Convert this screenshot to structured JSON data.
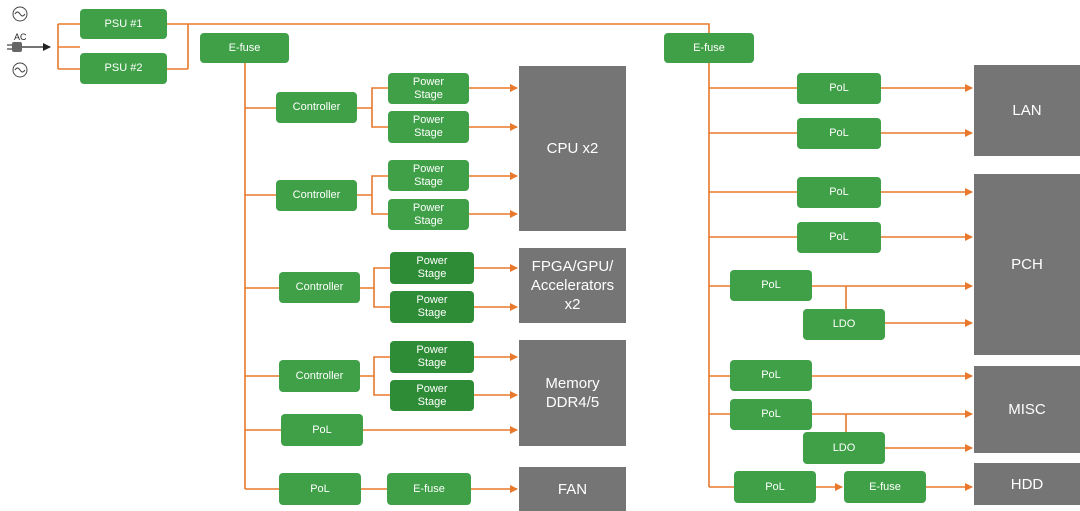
{
  "ac": {
    "label": "AC"
  },
  "psu": {
    "psu1": "PSU #1",
    "psu2": "PSU #2"
  },
  "left": {
    "efuse": "E-fuse",
    "controller": "Controller",
    "power_stage": "Power\nStage",
    "pol": "PoL",
    "fan_efuse": "E-fuse",
    "targets": {
      "cpu": "CPU x2",
      "fpga": "FPGA/GPU/\nAccelerators\nx2",
      "memory": "Memory\nDDR4/5",
      "fan": "FAN"
    }
  },
  "right": {
    "efuse": "E-fuse",
    "pol": "PoL",
    "ldo": "LDO",
    "hdd_efuse": "E-fuse",
    "targets": {
      "lan": "LAN",
      "pch": "PCH",
      "misc": "MISC",
      "hdd": "HDD"
    }
  },
  "colors": {
    "wire": "#e8782c",
    "block": "#3fa047",
    "block_dark": "#2e8c37",
    "target": "#757575"
  }
}
